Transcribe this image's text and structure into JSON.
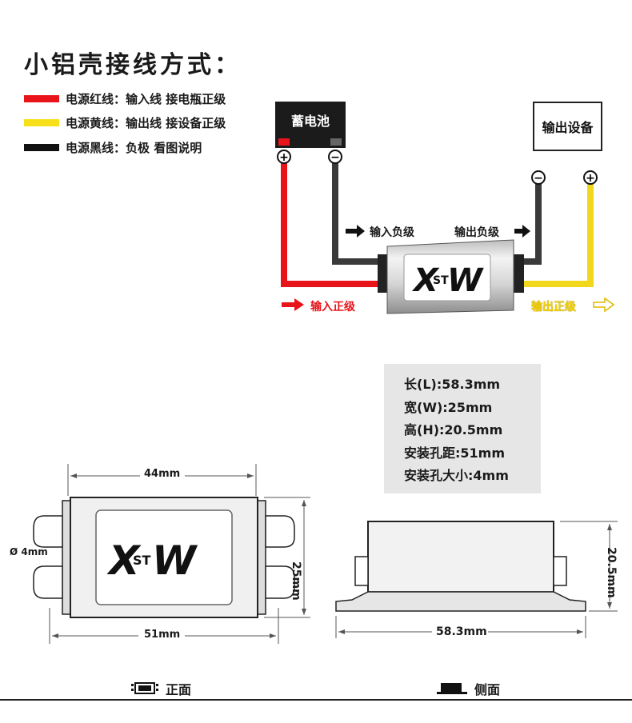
{
  "title": "小铝壳接线方式：",
  "legend": [
    {
      "color": "#e8141a",
      "text": "电源红线：输入线 接电瓶正级"
    },
    {
      "color": "#f7e01a",
      "text": "电源黄线：输出线 接设备正级"
    },
    {
      "color": "#111111",
      "text": "电源黑线：负极 看图说明"
    }
  ],
  "wiring": {
    "battery_label": "蓄电池",
    "device_label": "输出设备",
    "input_negative": "输入负级",
    "output_negative": "输出负级",
    "input_positive": "输入正级",
    "output_positive": "输出正级",
    "plus_sign": "+",
    "minus_sign": "−",
    "colors": {
      "red": "#e8141a",
      "yellow": "#f2d81c",
      "black": "#2a2a2a"
    }
  },
  "brand": "XSTW",
  "brand_mark": {
    "x": "X",
    "st": "ST",
    "w": "W"
  },
  "specs": [
    "长(L):58.3mm",
    "宽(W):25mm",
    "高(H):20.5mm",
    "安装孔距:51mm",
    "安装孔大小:4mm"
  ],
  "front_view": {
    "width_top": "44mm",
    "height_right": "25mm",
    "hole": "Ø 4mm",
    "width_bottom": "51mm",
    "label": "正面"
  },
  "side_view": {
    "height_right": "20.5mm",
    "length_bottom": "58.3mm",
    "label": "侧面"
  }
}
